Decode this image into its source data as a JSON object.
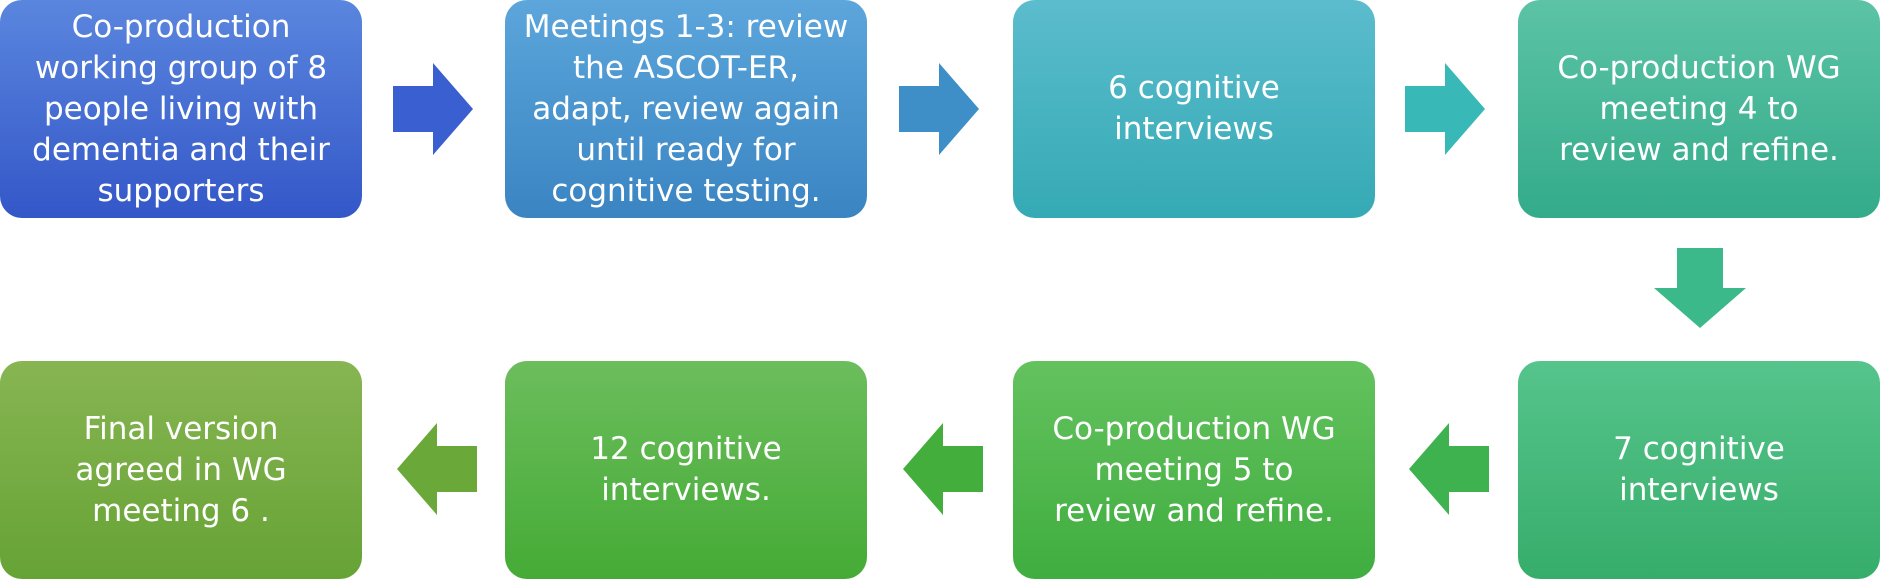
{
  "steps": [
    {
      "text": "Co-production\nworking group of 8\npeople living with\ndementia and their\nsupporters"
    },
    {
      "text": "Meetings 1-3: review\nthe ASCOT-ER,\nadapt, review again\nuntil ready for\ncognitive testing."
    },
    {
      "text": "6 cognitive\ninterviews"
    },
    {
      "text": "Co-production WG\nmeeting 4 to\nreview and refine."
    },
    {
      "text": "7 cognitive\ninterviews"
    },
    {
      "text": "Co-production WG\nmeeting 5 to\nreview and refine."
    },
    {
      "text": "12 cognitive\ninterviews."
    },
    {
      "text": "Final version\nagreed in WG\nmeeting 6 ."
    }
  ],
  "arrows": [
    {
      "direction": "right",
      "color": "#3a5fd0"
    },
    {
      "direction": "right",
      "color": "#3e8fc8"
    },
    {
      "direction": "right",
      "color": "#38b8b6"
    },
    {
      "direction": "down",
      "color": "#3cb98a"
    },
    {
      "direction": "left",
      "color": "#3db24f"
    },
    {
      "direction": "left",
      "color": "#43ae3c"
    },
    {
      "direction": "left",
      "color": "#6aa839"
    }
  ]
}
